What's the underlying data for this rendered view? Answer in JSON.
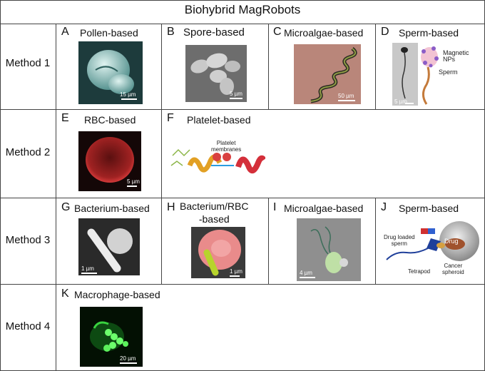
{
  "title": "Biohybrid MagRobots",
  "methods": [
    "Method 1",
    "Method 2",
    "Method 3",
    "Method 4"
  ],
  "cells": {
    "A": {
      "letter": "A",
      "label": "Pollen-based",
      "scale": "15 µm"
    },
    "B": {
      "letter": "B",
      "label": "Spore-based",
      "scale": "5 µm"
    },
    "C": {
      "letter": "C",
      "label": "Microalgae-based",
      "scale": "50 µm"
    },
    "D": {
      "letter": "D",
      "label": "Sperm-based",
      "scale": "5 µm",
      "ann1": "Magnetic\nNPs",
      "ann2": "Sperm"
    },
    "E": {
      "letter": "E",
      "label": "RBC-based",
      "scale": "5 µm"
    },
    "F": {
      "letter": "F",
      "label": "Platelet-based",
      "ann1": "Platelet\nmembranes"
    },
    "G": {
      "letter": "G",
      "label": "Bacterium-based",
      "scale": "1 µm"
    },
    "H": {
      "letter": "H",
      "label": "Bacterium/RBC\n-based",
      "scale": "1 µm"
    },
    "I": {
      "letter": "I",
      "label": "Microalgae-based",
      "scale": "4 µm"
    },
    "J": {
      "letter": "J",
      "label": "Sperm-based",
      "ann1": "Drug loaded\nsperm",
      "ann2": "Drug",
      "ann3": "Cancer\nspheroid",
      "ann4": "Tetrapod"
    },
    "K": {
      "letter": "K",
      "label": "Macrophage-based",
      "scale": "20 µm"
    }
  }
}
